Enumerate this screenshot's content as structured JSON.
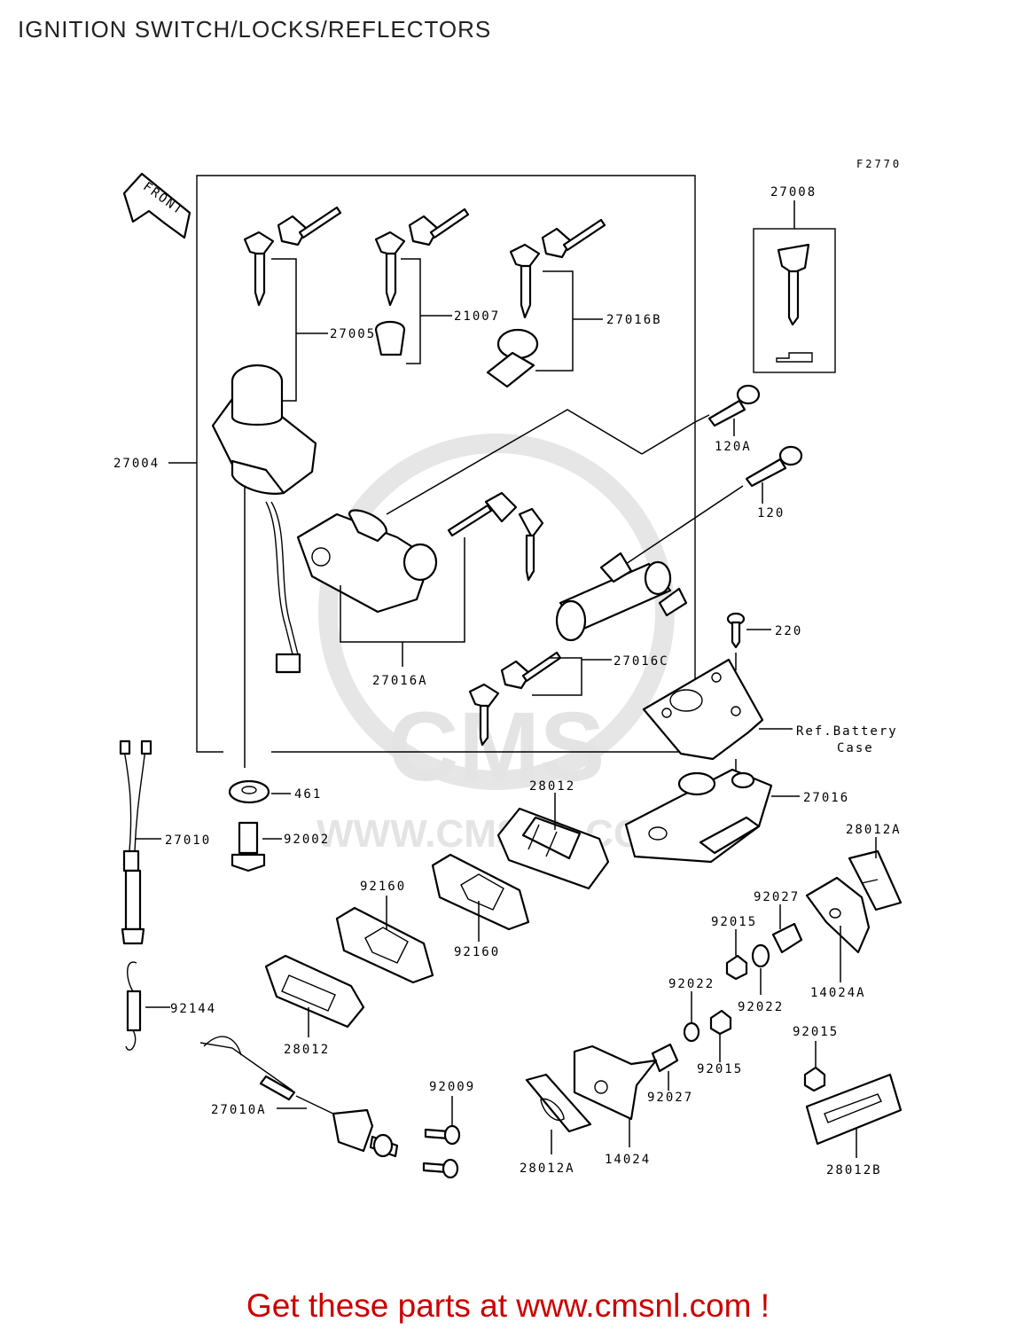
{
  "page": {
    "title": "IGNITION SWITCH/LOCKS/REFLECTORS",
    "figure_code": "F2770",
    "footer": "Get these parts at www.cmsnl.com !",
    "watermark": "CMS",
    "watermark_url": "WWW.CMSNL.COM"
  },
  "diagram": {
    "front_label": "FRONT",
    "labels": {
      "p27008": "27008",
      "p27005": "27005",
      "p21007": "21007",
      "p27016B": "27016B",
      "p27004": "27004",
      "p120A": "120A",
      "p120": "120",
      "p220": "220",
      "p27016A": "27016A",
      "p27016C": "27016C",
      "refBattery1": "Ref.Battery",
      "refBattery2": "Case",
      "p461": "461",
      "p27016": "27016",
      "p27010": "27010",
      "p92002": "92002",
      "p28012_top": "28012",
      "p28012A_right": "28012A",
      "p92160_upper": "92160",
      "p92160_lower": "92160",
      "p92027_upper": "92027",
      "p92015_upper": "92015",
      "p14024A": "14024A",
      "p92022_left": "92022",
      "p92022_right": "92022",
      "p92144": "92144",
      "p28012_bottom": "28012",
      "p92015_mid": "92015",
      "p92015_right": "92015",
      "p92027_lower": "92027",
      "p92009": "92009",
      "p27010A": "27010A",
      "p28012A_bottom": "28012A",
      "p14024": "14024",
      "p28012B": "28012B"
    }
  }
}
